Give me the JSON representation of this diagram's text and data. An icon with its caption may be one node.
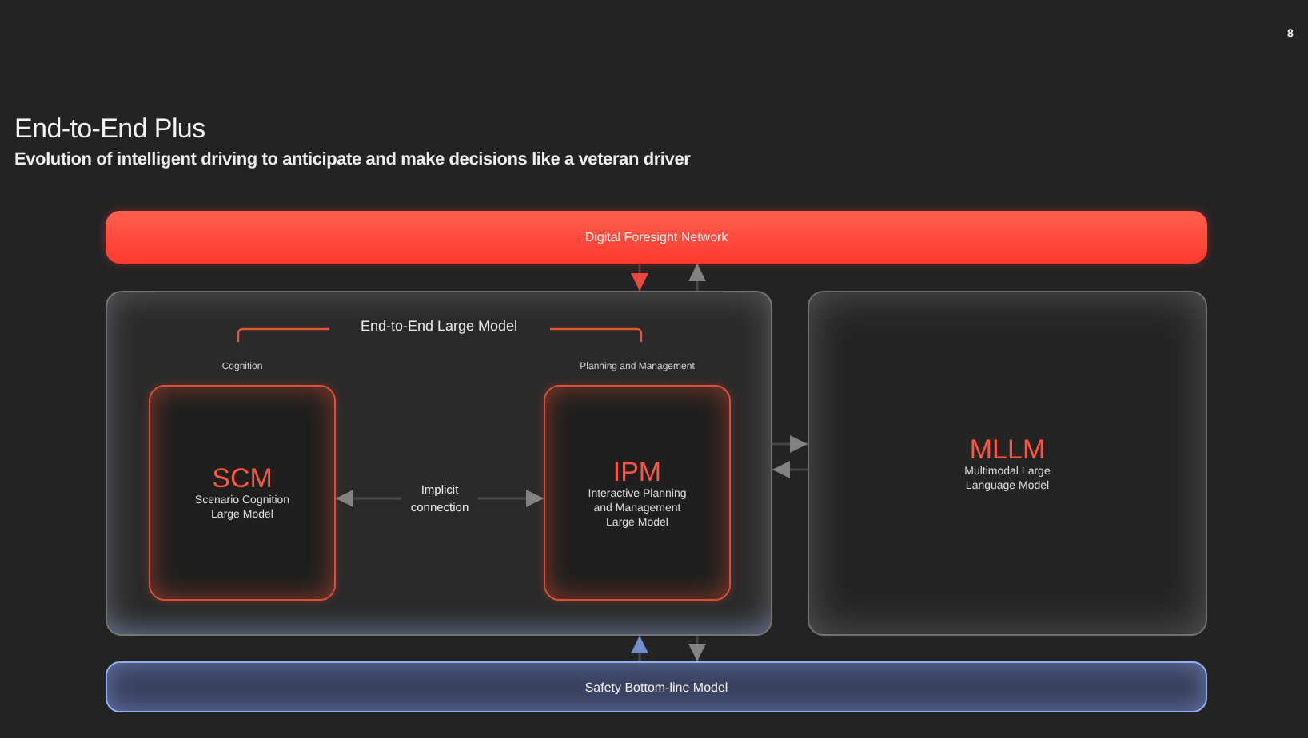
{
  "diagram": {
    "title": "End-to-End Plus",
    "nodes": [
      {
        "text": [
          "Digital Foresight Network"
        ]
      },
      {
        "text": [
          "End-to-End Large Model"
        ]
      },
      {
        "text": [
          "SCM",
          "Scenario Cognition Large Model"
        ],
        "in": 1,
        "beside": [
          "Cognition"
        ]
      },
      {
        "text": [
          "Implicit connection"
        ],
        "in": 1
      },
      {
        "text": [
          "IPM",
          "Interactive Planning and Management Large Model"
        ],
        "in": 1,
        "beside": [
          "Planning and Management"
        ]
      },
      {
        "text": [
          "MLLM",
          "Multimodal Large Language Model"
        ]
      },
      {
        "text": [
          "Safety Bottom-line Model"
        ]
      }
    ],
    "edges": [
      {
        "from": 0,
        "to": 1,
        "arrow": "to",
        "color": "#ff4b3e"
      },
      {
        "from": 1,
        "to": 0,
        "arrow": "to"
      },
      {
        "from": 3,
        "to": 2,
        "arrow": "to"
      },
      {
        "from": 3,
        "to": 4,
        "arrow": "to"
      },
      {
        "from": 1,
        "to": 5,
        "arrow": "to"
      },
      {
        "from": 5,
        "to": 1,
        "arrow": "to"
      },
      {
        "from": 6,
        "to": 1,
        "arrow": "to",
        "color": "#7b9be0"
      },
      {
        "from": 1,
        "to": 6,
        "arrow": "to"
      }
    ],
    "labels": [
      "8",
      "Evolution of intelligent driving to anticipate and make decisions like a veteran driver"
    ]
  }
}
